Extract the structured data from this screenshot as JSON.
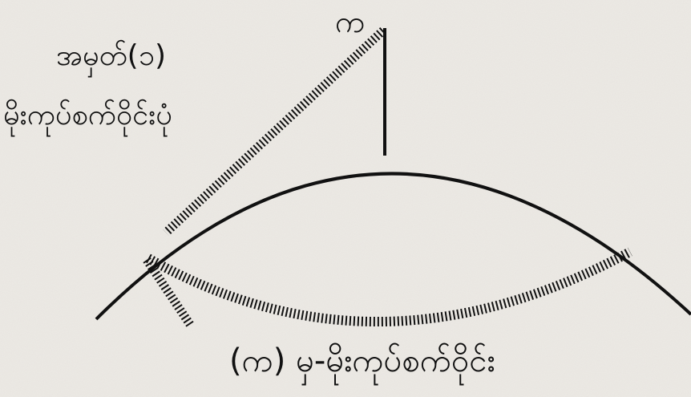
{
  "diagram": {
    "top_point_label": "က",
    "legend_line1": "အမှတ်(၁)",
    "legend_line2": "မိုးကုပ်စက်ဝိုင်းပုံ",
    "bottom_caption": "(က) မှ-မိုးကုပ်စက်ဝိုင်း"
  },
  "colors": {
    "background": "#ece9e4",
    "ink": "#111111"
  }
}
